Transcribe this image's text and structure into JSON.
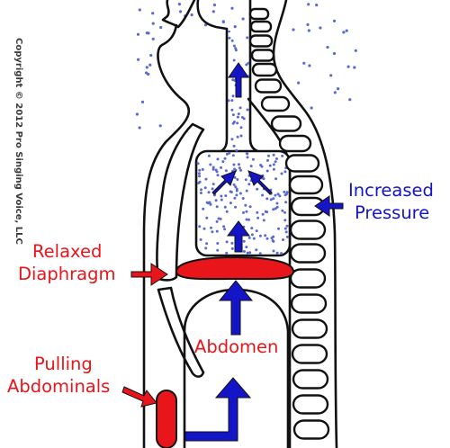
{
  "copyright": "Copyright © 2012 Pro Singing Voice, LLC",
  "colors": {
    "outline": "#111111",
    "red": "#e8151a",
    "blue": "#1515c8",
    "dots": "#5a6ad0"
  },
  "labels": {
    "increased": "Increased",
    "pressure": "Pressure",
    "relaxed": "Relaxed",
    "diaphragm": "Diaphragm",
    "abdomen": "Abdomen",
    "pulling": "Pulling",
    "abdominals": "Abdominals"
  }
}
